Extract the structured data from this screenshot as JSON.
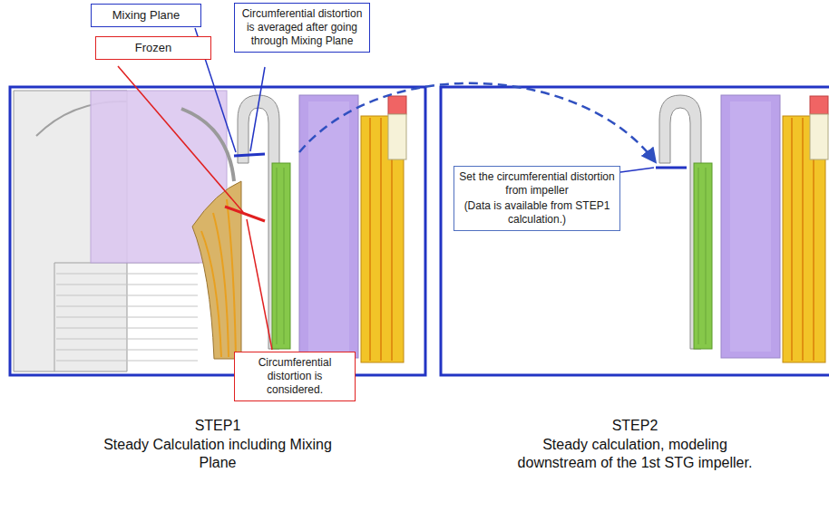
{
  "diagram": {
    "nodes": [
      {
        "text": [
          "Mixing Plane"
        ]
      },
      {
        "text": [
          "Frozen"
        ]
      },
      {
        "text": [
          "Circumferential distortion is averaged after going through Mixing Plane"
        ]
      },
      {
        "text": [
          "Circumferential distortion is considered."
        ]
      },
      {
        "text": [
          "Set the circumferential distortion from impeller",
          "(Data is available from STEP1 calculation.)"
        ]
      }
    ],
    "labels": [
      "STEP1",
      "Steady Calculation including Mixing Plane",
      "STEP2",
      "Steady calculation, modeling downstream of the 1st STG impeller."
    ]
  }
}
